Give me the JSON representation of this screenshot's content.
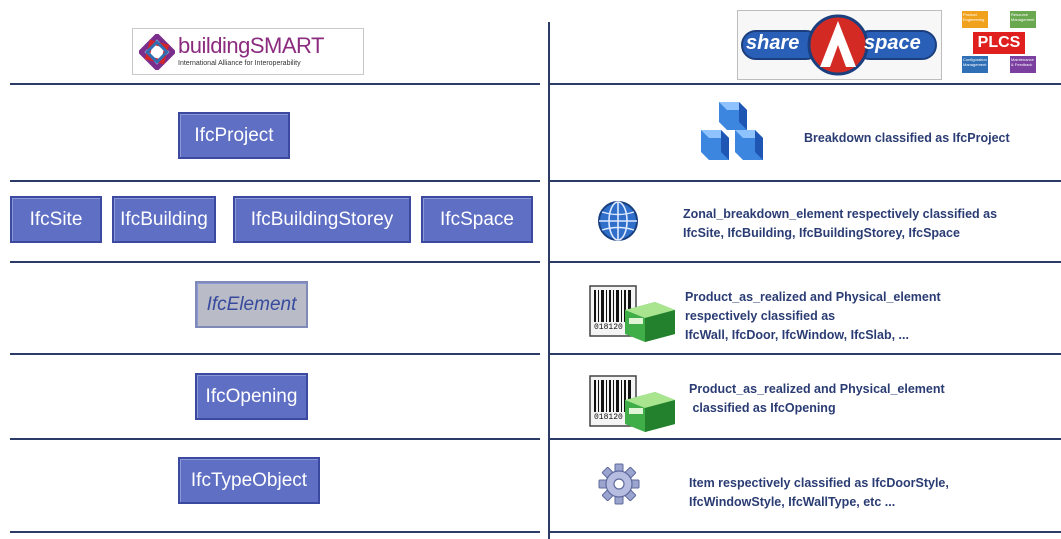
{
  "logos": {
    "buildingsmart": {
      "title_plain": "building",
      "title_bold": "SMART",
      "subtitle": "International Alliance for Interoperability"
    },
    "sharea_space": {
      "left_word": "share",
      "center_letter": "A",
      "right_word": "space"
    },
    "plcs": {
      "label": "PLCS",
      "quadrants": [
        "Product Engineering",
        "Resource Management",
        "Configuration Management",
        "Maintenance & Feedback"
      ]
    }
  },
  "rows": [
    {
      "ifc_boxes": [
        "IfcProject"
      ],
      "icon": "blue-cubes-icon",
      "description": [
        "Breakdown classified as IfcProject"
      ]
    },
    {
      "ifc_boxes": [
        "IfcSite",
        "IfcBuilding",
        "IfcBuildingStorey",
        "IfcSpace"
      ],
      "icon": "globe-icon",
      "description": [
        "Zonal_breakdown_element respectively classified as",
        "IfcSite, IfcBuilding, IfcBuildingStorey, IfcSpace"
      ]
    },
    {
      "ifc_boxes": [
        "IfcElement"
      ],
      "icon": "barcode-box-icon",
      "barcode_number": "018120",
      "description": [
        "Product_as_realized and Physical_element",
        "respectively classified as",
        "IfcWall, IfcDoor, IfcWindow, IfcSlab, ..."
      ]
    },
    {
      "ifc_boxes": [
        "IfcOpening"
      ],
      "icon": "barcode-box-icon",
      "barcode_number": "018120",
      "description": [
        "Product_as_realized and Physical_element",
        " classified as IfcOpening"
      ]
    },
    {
      "ifc_boxes": [
        "IfcTypeObject"
      ],
      "icon": "gear-icon",
      "description": [
        "Item respectively classified as IfcDoorStyle,",
        "IfcWindowStyle, IfcWallType, etc ..."
      ]
    }
  ],
  "colors": {
    "box_fill": "#5f6fc4",
    "line": "#2b3a67",
    "desc_text": "#2a3c73",
    "abstract_fill": "#b9bcc6"
  }
}
